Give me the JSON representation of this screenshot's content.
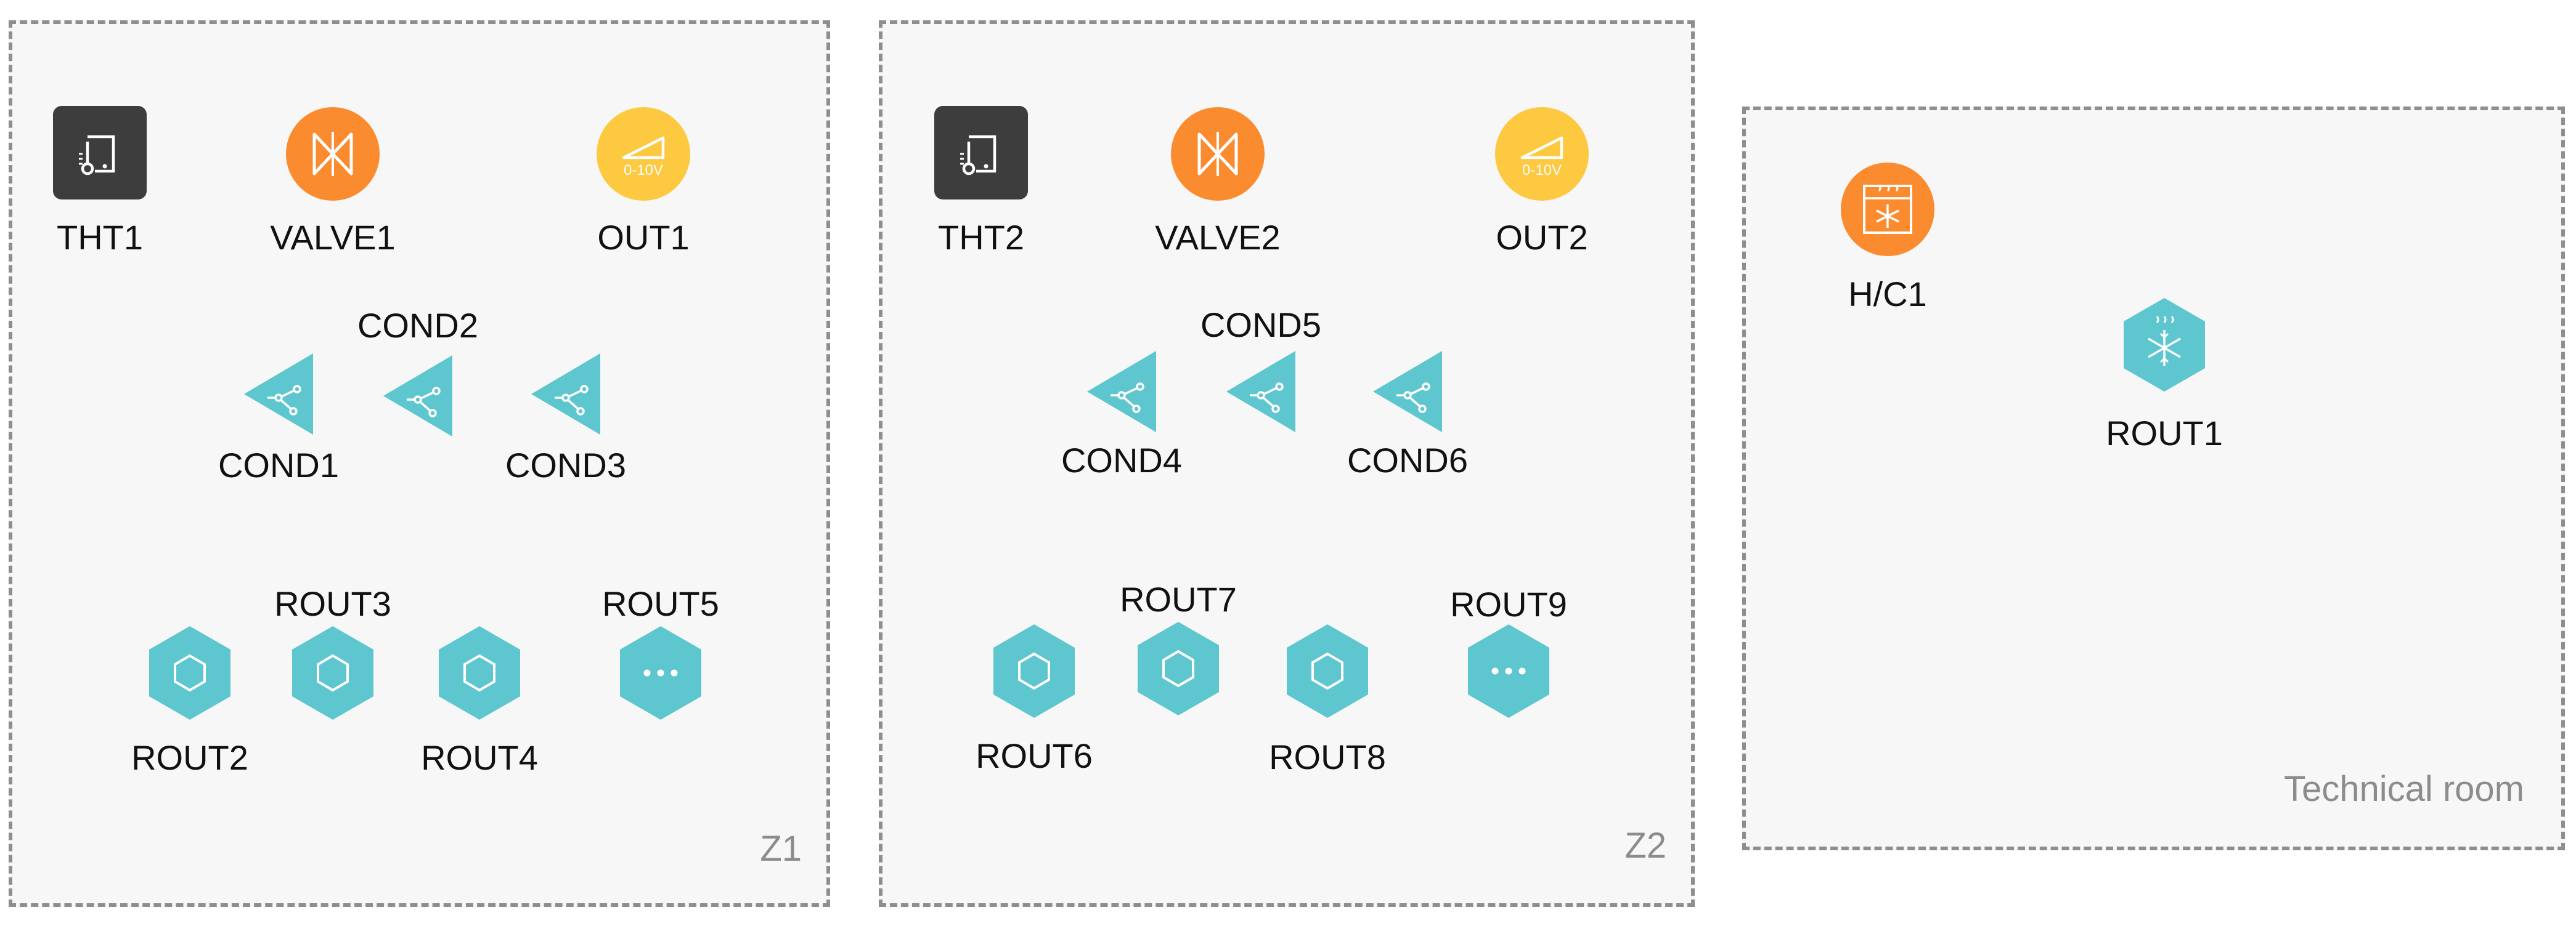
{
  "colors": {
    "zone_fill": "#f7f7f7",
    "zone_border": "#8e8e8e",
    "thermostat": "#3d3d3d",
    "valve": "#fb8b2f",
    "output": "#fdc941",
    "condition": "#5dc6ce",
    "routine": "#5dc6ce",
    "heat_cool": "#fb8b2f"
  },
  "zones": [
    {
      "name": "Z1",
      "nodes": [
        {
          "label": "THT1",
          "icon": "thermostat-icon"
        },
        {
          "label": "VALVE1",
          "icon": "valve-icon"
        },
        {
          "label": "OUT1",
          "icon": "analog-output-icon",
          "badge": "0-10V"
        },
        {
          "label": "COND1",
          "icon": "condition-icon"
        },
        {
          "label": "COND2",
          "icon": "condition-icon"
        },
        {
          "label": "COND3",
          "icon": "condition-icon"
        },
        {
          "label": "ROUT2",
          "icon": "routine-icon"
        },
        {
          "label": "ROUT3",
          "icon": "routine-icon"
        },
        {
          "label": "ROUT4",
          "icon": "routine-icon"
        },
        {
          "label": "ROUT5",
          "icon": "routine-more-icon"
        }
      ]
    },
    {
      "name": "Z2",
      "nodes": [
        {
          "label": "THT2",
          "icon": "thermostat-icon"
        },
        {
          "label": "VALVE2",
          "icon": "valve-icon"
        },
        {
          "label": "OUT2",
          "icon": "analog-output-icon",
          "badge": "0-10V"
        },
        {
          "label": "COND4",
          "icon": "condition-icon"
        },
        {
          "label": "COND5",
          "icon": "condition-icon"
        },
        {
          "label": "COND6",
          "icon": "condition-icon"
        },
        {
          "label": "ROUT6",
          "icon": "routine-icon"
        },
        {
          "label": "ROUT7",
          "icon": "routine-icon"
        },
        {
          "label": "ROUT8",
          "icon": "routine-icon"
        },
        {
          "label": "ROUT9",
          "icon": "routine-more-icon"
        }
      ]
    },
    {
      "name": "Technical room",
      "nodes": [
        {
          "label": "H/C1",
          "icon": "heat-cool-icon"
        },
        {
          "label": "ROUT1",
          "icon": "snowflake-routine-icon"
        }
      ]
    }
  ]
}
